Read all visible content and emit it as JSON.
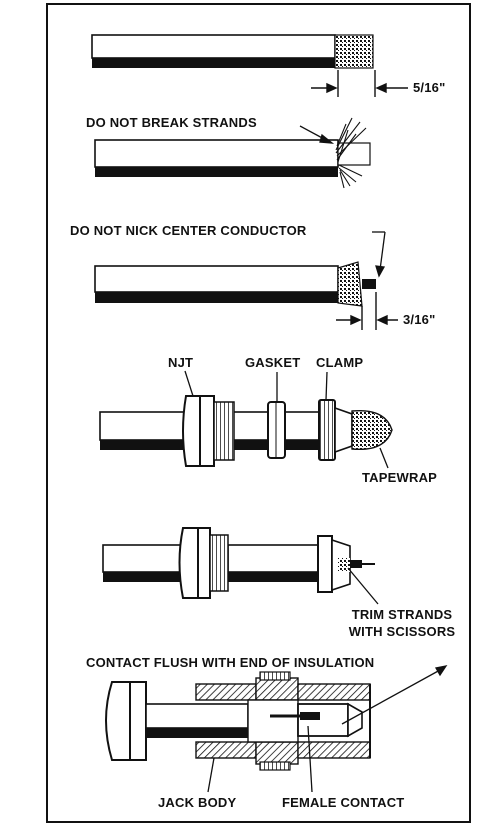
{
  "step1": {
    "dim": "5/16\""
  },
  "step2": {
    "note": "DO NOT BREAK STRANDS"
  },
  "step3": {
    "note": "DO NOT NICK CENTER CONDUCTOR",
    "dim": "3/16\""
  },
  "step4": {
    "labels": {
      "nut": "NJT",
      "gasket": "GASKET",
      "clamp": "CLAMP",
      "tapewrap": "TAPEWRAP"
    }
  },
  "step5": {
    "trim_line1": "TRIM STRANDS",
    "trim_line2": "WITH SCISSORS"
  },
  "step6": {
    "note": "CONTACT FLUSH WITH END OF INSULATION",
    "jack": "JACK BODY",
    "contact": "FEMALE CONTACT"
  }
}
